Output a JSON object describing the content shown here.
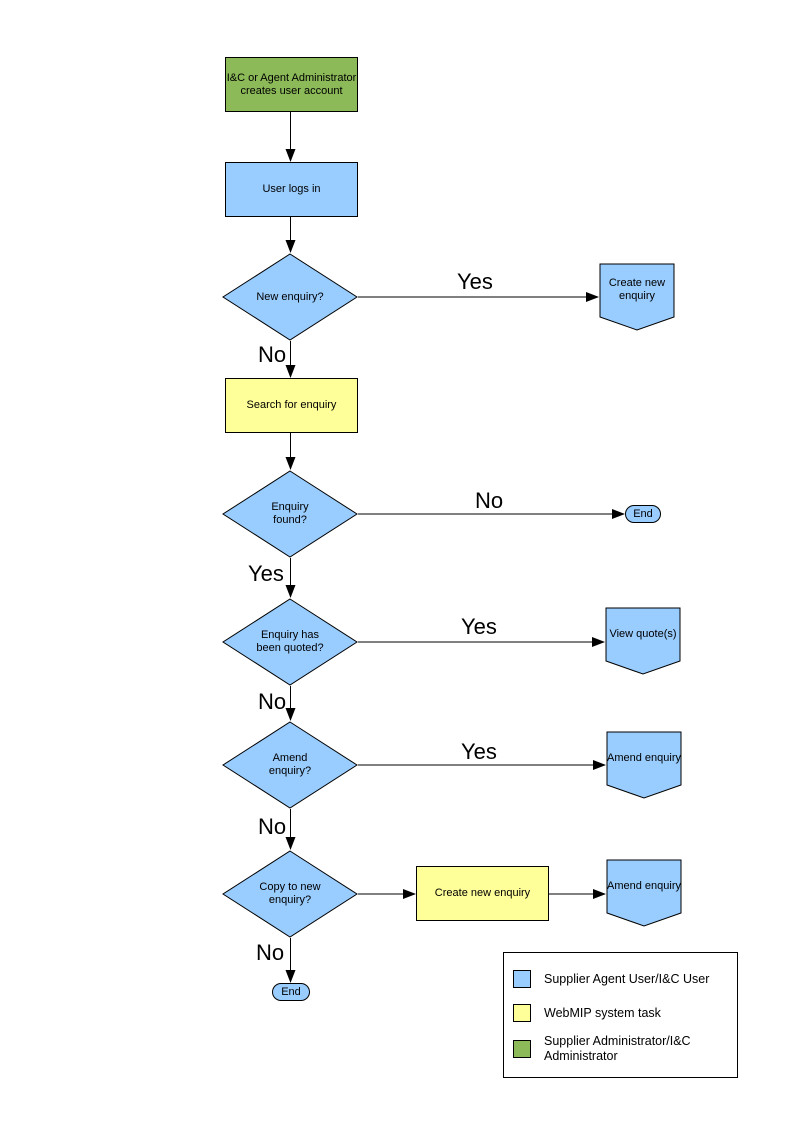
{
  "diagram": {
    "nodes": {
      "admin_creates_account": {
        "label": "I&C or Agent Administrator creates user account"
      },
      "user_logs_in": {
        "label": "User logs in"
      },
      "new_enquiry": {
        "label": "New enquiry?"
      },
      "create_new_enquiry_offpage": {
        "label": "Create new enquiry"
      },
      "search_for_enquiry": {
        "label": "Search for enquiry"
      },
      "enquiry_found": {
        "label": "Enquiry found?"
      },
      "end_not_found": {
        "label": "End"
      },
      "enquiry_quoted": {
        "label": "Enquiry has been quoted?"
      },
      "view_quotes": {
        "label": "View quote(s)"
      },
      "amend_enquiry_decision": {
        "label": "Amend enquiry?"
      },
      "amend_enquiry_1": {
        "label": "Amend enquiry"
      },
      "copy_to_new_enquiry": {
        "label": "Copy to new enquiry?"
      },
      "create_new_enquiry_task": {
        "label": "Create new enquiry"
      },
      "amend_enquiry_2": {
        "label": "Amend enquiry"
      },
      "end_final": {
        "label": "End"
      }
    },
    "edge_labels": {
      "new_enquiry_yes": "Yes",
      "new_enquiry_no": "No",
      "enquiry_found_no": "No",
      "enquiry_found_yes": "Yes",
      "quoted_yes": "Yes",
      "quoted_no": "No",
      "amend_yes": "Yes",
      "amend_no": "No",
      "copy_no": "No"
    },
    "colors": {
      "user_task": "#99CCFF",
      "system_task": "#FFFF99",
      "admin_task": "#8CBA58",
      "outline": "#000000"
    },
    "legend": {
      "items": [
        {
          "color": "#99CCFF",
          "label": "Supplier Agent User/I&C User"
        },
        {
          "color": "#FFFF99",
          "label": "WebMIP system task"
        },
        {
          "color": "#8CBA58",
          "label": "Supplier Administrator/I&C Administrator"
        }
      ]
    }
  }
}
